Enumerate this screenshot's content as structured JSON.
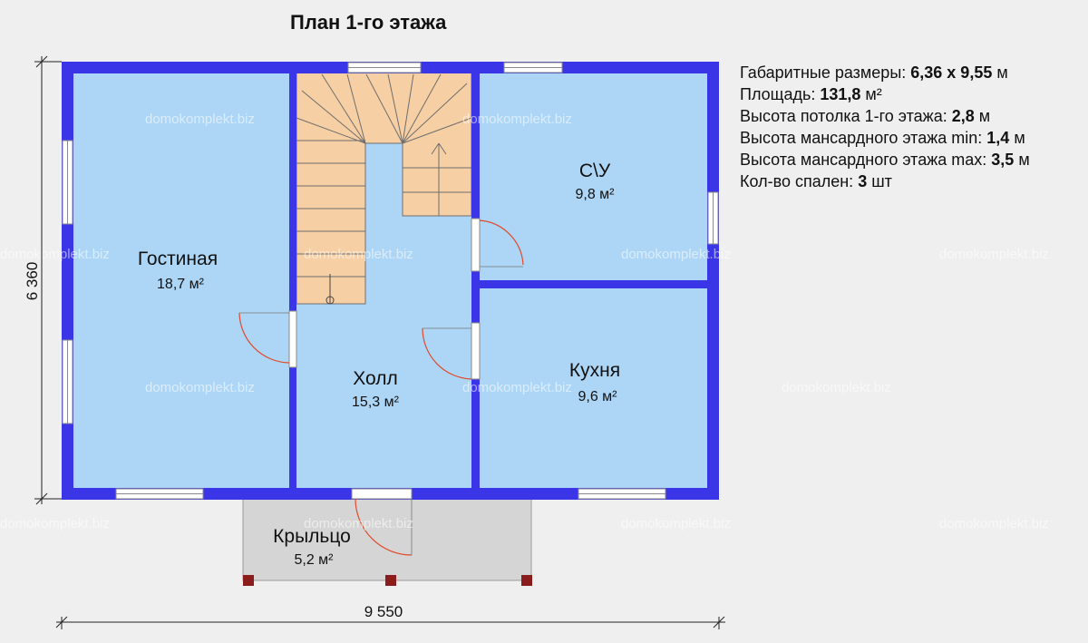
{
  "title": "План 1-го этажа",
  "specs": [
    {
      "label": "Габаритные размеры: ",
      "value": "6,36 х 9,55",
      "unit": " м"
    },
    {
      "label": "Площадь: ",
      "value": "131,8",
      "unit": " м²"
    },
    {
      "label": "Высота потолка 1-го этажа: ",
      "value": "2,8",
      "unit": " м"
    },
    {
      "label": "Высота мансардного этажа min: ",
      "value": "1,4",
      "unit": " м"
    },
    {
      "label": "Высота мансардного этажа max: ",
      "value": "3,5",
      "unit": " м"
    },
    {
      "label": "Кол-во спален: ",
      "value": "3",
      "unit": " шт"
    }
  ],
  "rooms": {
    "living": {
      "name": "Гостиная",
      "area": "18,7 м²"
    },
    "hall": {
      "name": "Холл",
      "area": "15,3 м²"
    },
    "bath": {
      "name": "С\\У",
      "area": "9,8 м²"
    },
    "kitchen": {
      "name": "Кухня",
      "area": "9,6 м²"
    },
    "porch": {
      "name": "Крыльцо",
      "area": "5,2 м²"
    }
  },
  "dimensions": {
    "height": "6 360",
    "width": "9 550"
  },
  "watermark": "domokomplekt.biz",
  "colors": {
    "wall": "#3b35e8",
    "room": "#add6f6",
    "stair": "#f7cfa4",
    "porch": "#d5d5d5",
    "door": "#e04a2a",
    "background": "#efefef"
  }
}
